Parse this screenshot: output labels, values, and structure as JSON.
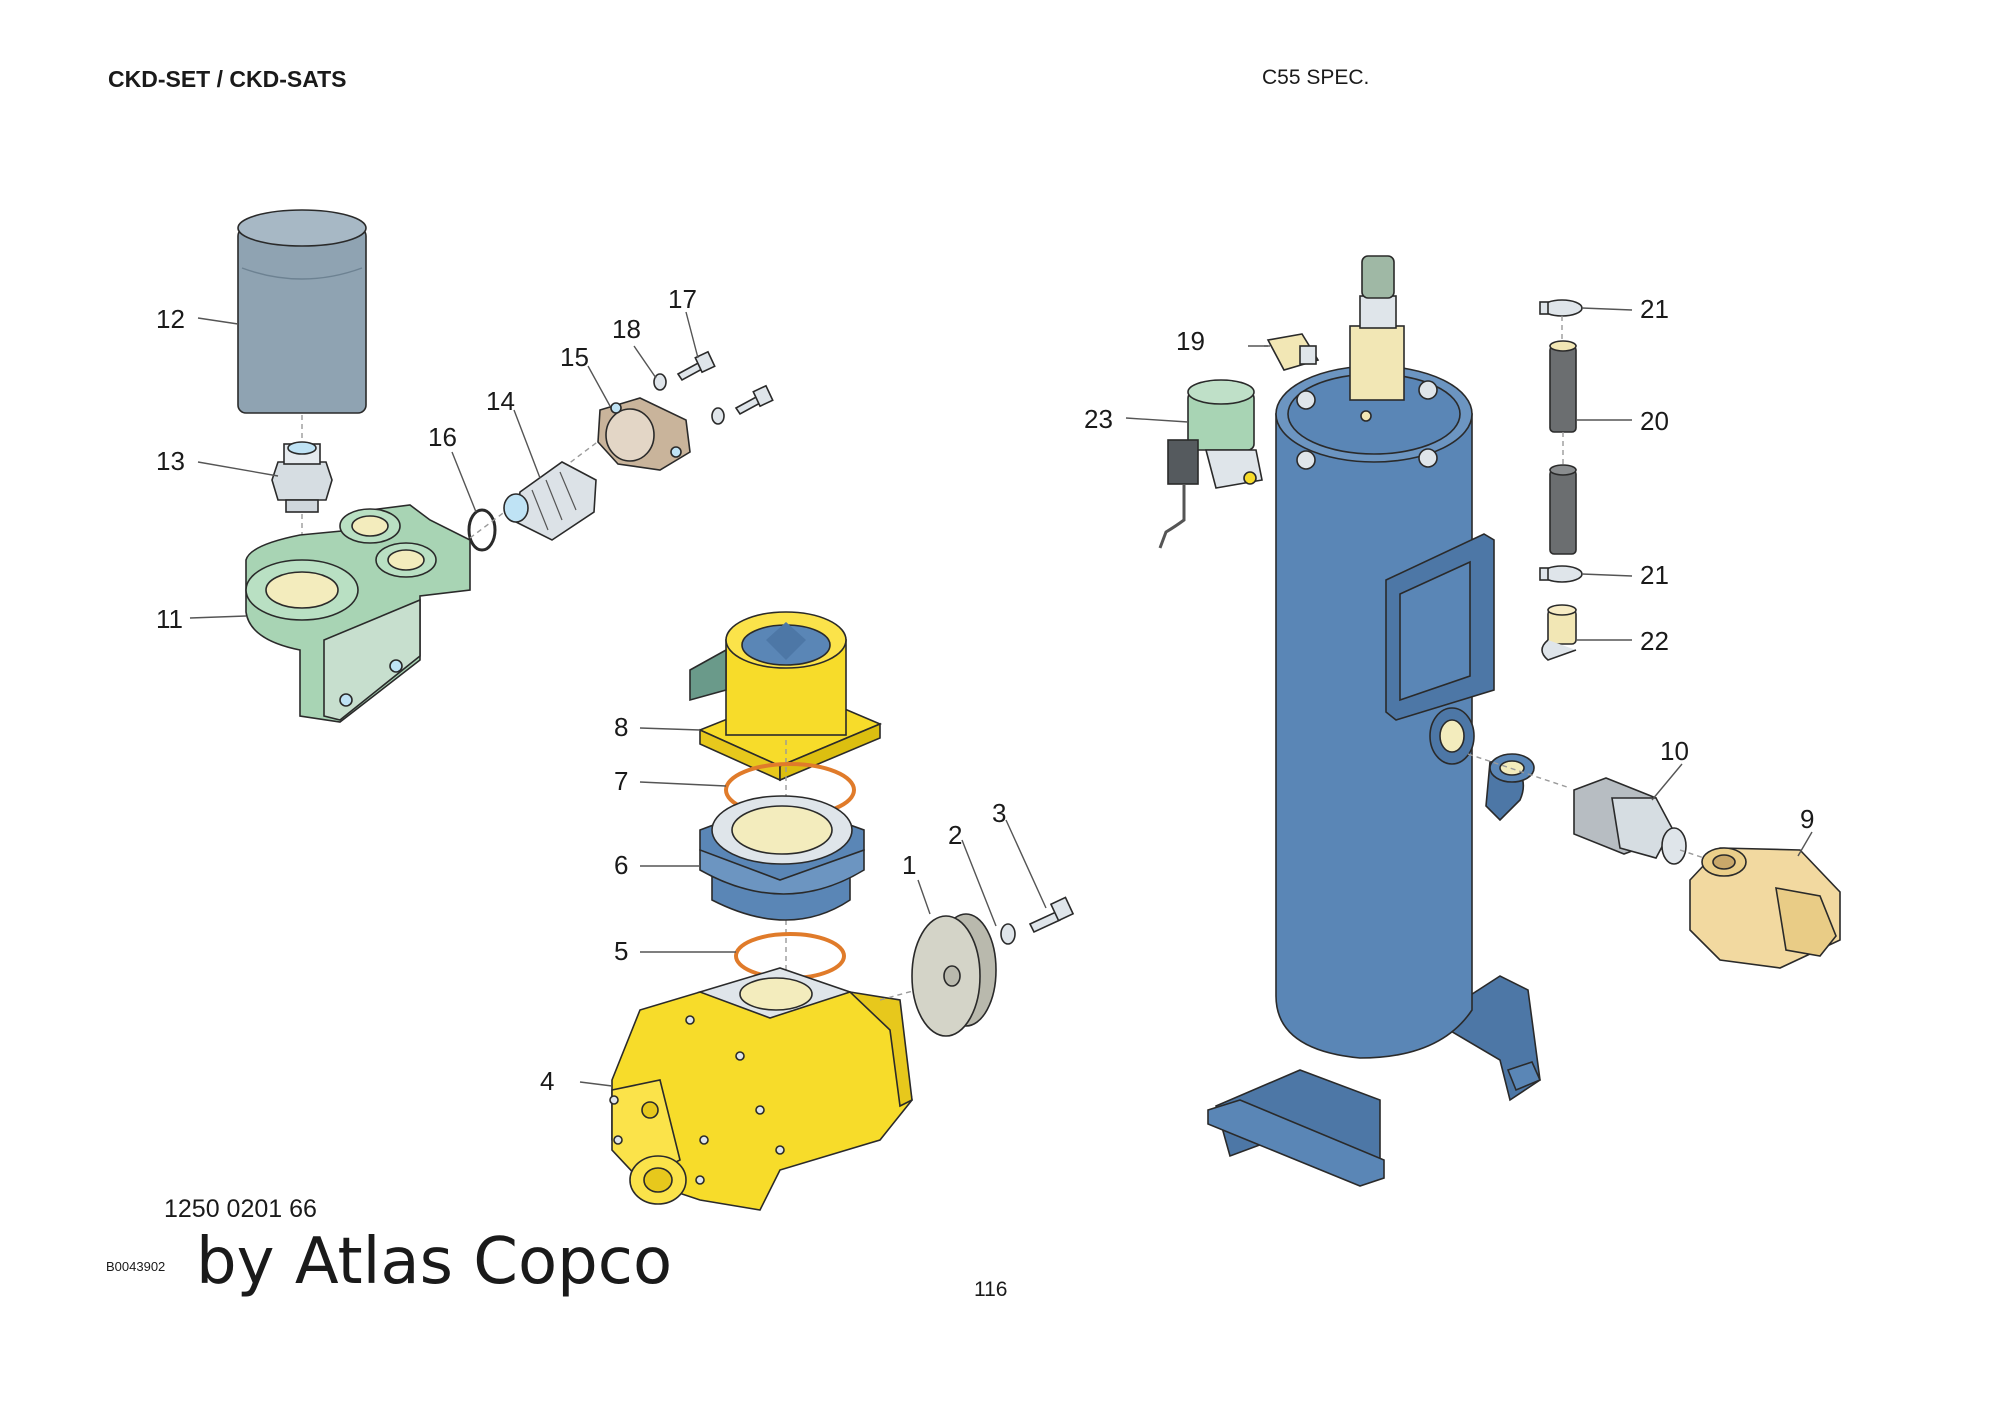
{
  "header": {
    "left_title": "CKD-SET / CKD-SATS",
    "right_title": "C55 SPEC."
  },
  "footer": {
    "part_number": "1250 0201 66",
    "drawing_code": "B0043902",
    "brand_text": "by Atlas Copco",
    "page_number": "116"
  },
  "callouts": [
    "1",
    "2",
    "3",
    "4",
    "5",
    "6",
    "7",
    "8",
    "9",
    "10",
    "11",
    "12",
    "13",
    "14",
    "15",
    "16",
    "17",
    "18",
    "19",
    "20",
    "21",
    "21",
    "22",
    "23"
  ],
  "colors": {
    "green_housing": "#a8d4b4",
    "grey_filter": "#8fa3b2",
    "yellow_parts": "#f7dc2a",
    "blue_vessel": "#5a86b6",
    "cream_fitting": "#f2e7b5",
    "tan_flange": "#c9b49b",
    "orange_oring": "#e07b2a"
  }
}
